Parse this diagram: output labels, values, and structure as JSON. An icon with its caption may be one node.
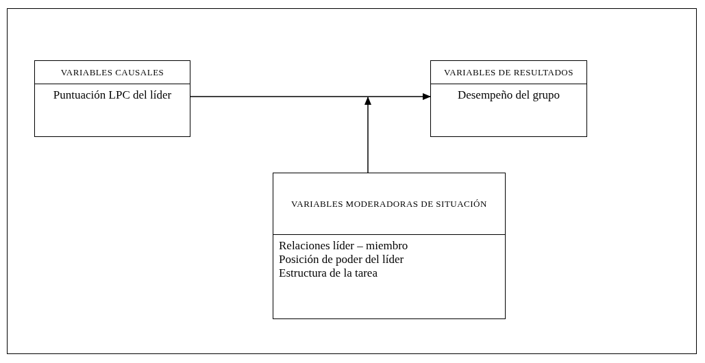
{
  "diagram": {
    "nodes": [
      {
        "text": [
          "VARIABLES CAUSALES",
          "Puntuación LPC del líder"
        ]
      },
      {
        "text": [
          "VARIABLES DE RESULTADOS",
          "Desempeño del grupo"
        ]
      },
      {
        "text": [
          "VARIABLES MODERADORAS DE SITUACIÓN",
          "Relaciones líder – miembro",
          "Posición de poder del líder",
          "Estructura de la tarea"
        ]
      }
    ],
    "edges": [
      {
        "from": 0,
        "to": 1,
        "arrow": "to"
      },
      {
        "from": 2,
        "to": null,
        "arrow": "to"
      }
    ]
  }
}
